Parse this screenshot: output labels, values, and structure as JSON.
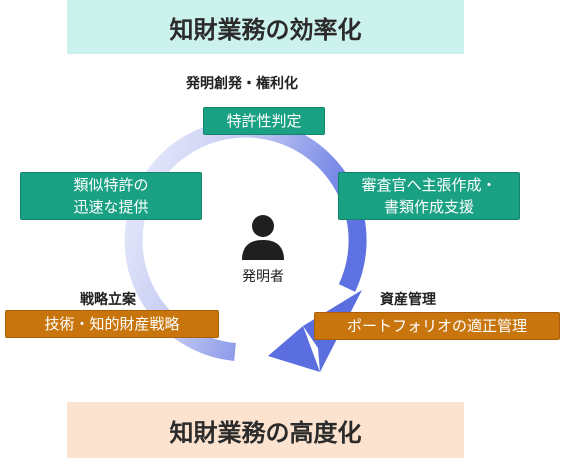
{
  "top_banner": {
    "title": "知財業務の効率化"
  },
  "bottom_banner": {
    "title": "知財業務の高度化"
  },
  "top_stage": {
    "heading": "発明創発・権利化",
    "box": "特許性判定"
  },
  "right_stage": {
    "box_line1": "審査官へ主張作成・",
    "box_line2": "書類作成支援"
  },
  "bottom_right_stage": {
    "heading": "資産管理",
    "box": "ポートフォリオの適正管理"
  },
  "bottom_left_stage": {
    "heading": "戦略立案",
    "box": "技術・知的財産戦略"
  },
  "left_stage": {
    "box_line1": "類似特許の",
    "box_line2": "迅速な提供"
  },
  "center": {
    "icon": "person-icon",
    "label": "発明者"
  },
  "colors": {
    "teal": "#1aa183",
    "orange": "#c9750e",
    "top_banner_bg": "#ccf2ee",
    "bottom_banner_bg": "#fbe3cf",
    "arrow_light": "#e6e8fa",
    "arrow_dark": "#5a6ee0"
  }
}
